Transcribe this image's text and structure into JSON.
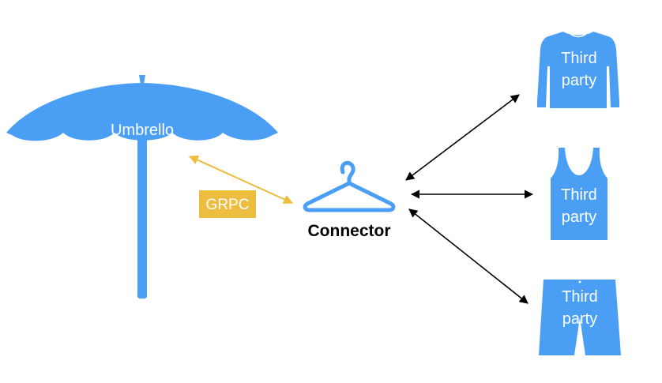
{
  "colors": {
    "shape_blue": "#4A9FF5",
    "grpc_gold": "#EDBD3F",
    "arrow_black": "#000000",
    "text_white": "#FFFFFF"
  },
  "umbrella": {
    "label": "Umbrello",
    "icon": "umbrella-icon"
  },
  "connector": {
    "label": "Connector",
    "icon": "hanger-icon"
  },
  "grpc": {
    "label": "GRPC"
  },
  "third_parties": [
    {
      "line1": "Third",
      "line2": "party",
      "icon": "sweater-icon"
    },
    {
      "line1": "Third",
      "line2": "party",
      "icon": "tank-top-icon"
    },
    {
      "line1": "Third",
      "line2": "party",
      "icon": "shorts-icon"
    }
  ]
}
